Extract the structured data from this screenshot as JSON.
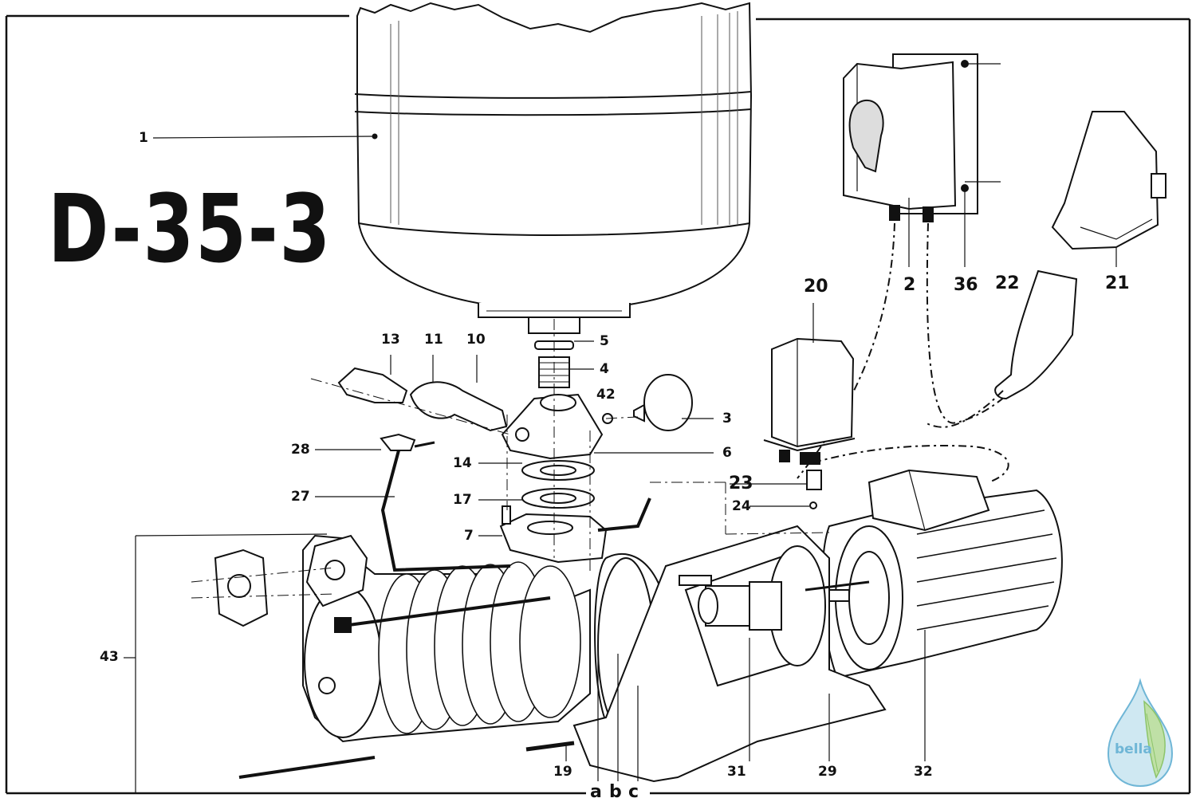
{
  "title": "D-35-3",
  "watermark": {
    "text": "bella",
    "icon": "water-drop-leaf-icon",
    "color": "#6fb6d6"
  },
  "parts": [
    {
      "id": "p1",
      "label": "1"
    },
    {
      "id": "p2",
      "label": "2"
    },
    {
      "id": "p3",
      "label": "3"
    },
    {
      "id": "p4",
      "label": "4"
    },
    {
      "id": "p5",
      "label": "5"
    },
    {
      "id": "p6",
      "label": "6"
    },
    {
      "id": "p7",
      "label": "7"
    },
    {
      "id": "p10",
      "label": "10"
    },
    {
      "id": "p11",
      "label": "11"
    },
    {
      "id": "p13",
      "label": "13"
    },
    {
      "id": "p14",
      "label": "14"
    },
    {
      "id": "p17",
      "label": "17"
    },
    {
      "id": "p19",
      "label": "19"
    },
    {
      "id": "p20",
      "label": "20"
    },
    {
      "id": "p21",
      "label": "21"
    },
    {
      "id": "p22",
      "label": "22"
    },
    {
      "id": "p23",
      "label": "23"
    },
    {
      "id": "p24",
      "label": "24"
    },
    {
      "id": "p27",
      "label": "27"
    },
    {
      "id": "p28",
      "label": "28"
    },
    {
      "id": "p29",
      "label": "29"
    },
    {
      "id": "p31",
      "label": "31"
    },
    {
      "id": "p32",
      "label": "32"
    },
    {
      "id": "p36",
      "label": "36"
    },
    {
      "id": "p42",
      "label": "42"
    },
    {
      "id": "p43",
      "label": "43"
    }
  ],
  "sub_labels": [
    "a",
    "b",
    "c"
  ]
}
